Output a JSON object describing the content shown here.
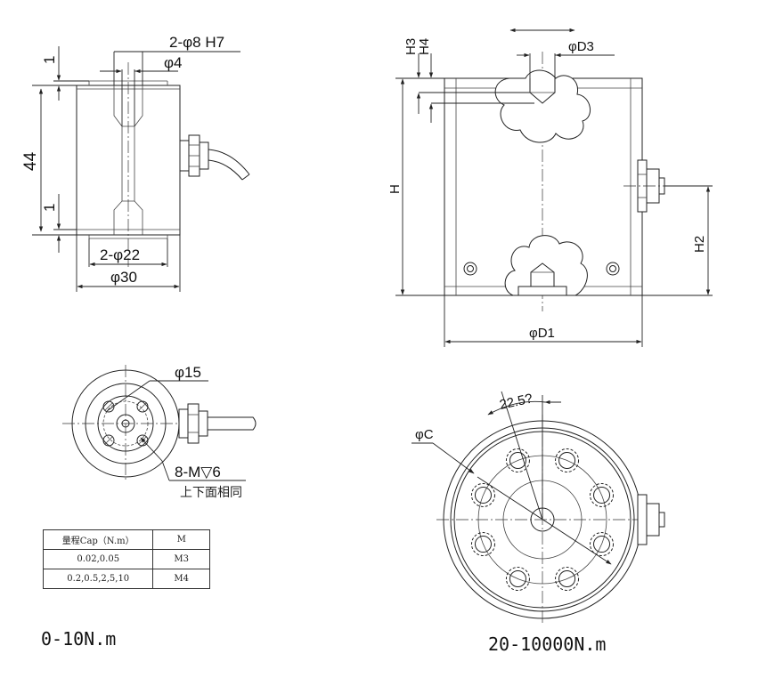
{
  "views": {
    "small_front": {
      "top_gap": "1",
      "height": "44",
      "bottom_gap": "1",
      "pin_holes": "2-φ8 H7",
      "bore": "φ4",
      "shoulder": "2-φ22",
      "diameter": "φ30"
    },
    "large_front": {
      "h3": "H3",
      "h4": "H4",
      "hole": "φD3",
      "height": "H",
      "h2": "H2",
      "diameter": "φD1"
    },
    "small_top": {
      "bolt_circle": "φ15",
      "thread": "8-M▽6",
      "note": "上下面相同"
    },
    "large_top": {
      "angle": "22.5?",
      "bolt_circle": "φC"
    }
  },
  "table": {
    "header": [
      "量程Cap（N.m）",
      "M"
    ],
    "rows": [
      [
        "0.02,0.05",
        "M3"
      ],
      [
        "0.2,0.5,2,5,10",
        "M4"
      ]
    ]
  },
  "ranges": {
    "small": "0-10N.m",
    "large": "20-10000N.m"
  }
}
